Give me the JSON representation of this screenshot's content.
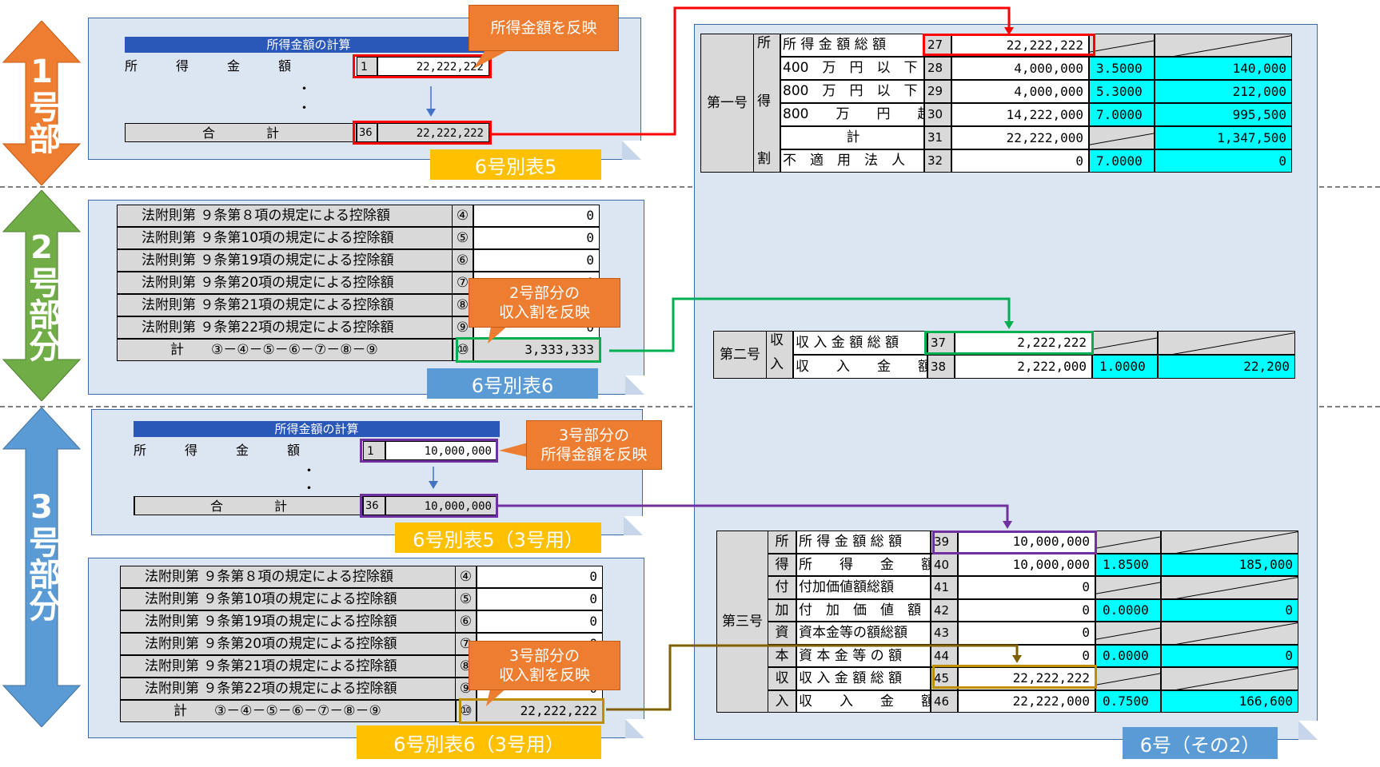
{
  "sides": {
    "s1": "1号部分",
    "s2": "2号部分",
    "s3": "3号部分"
  },
  "form5": {
    "bar_title": "所得金額の計算",
    "row1_label": "所　　　得　　　金　　　額",
    "row1_no": "1",
    "row1_value": "22,222,222",
    "dot": "・",
    "row36_label": "合　　　　計",
    "row36_no": "36",
    "row36_value": "22,222,222",
    "tag": "6号別表5",
    "callout": "所得金額を反映"
  },
  "form6": {
    "rows": [
      {
        "label": "法附則第 ９条第８項の規定による控除額",
        "mark": "④",
        "value": "0"
      },
      {
        "label": "法附則第 ９条第10項の規定による控除額",
        "mark": "⑤",
        "value": "0"
      },
      {
        "label": "法附則第 ９条第19項の規定による控除額",
        "mark": "⑥",
        "value": "0"
      },
      {
        "label": "法附則第 ９条第20項の規定による控除額",
        "mark": "⑦",
        "value": "0"
      },
      {
        "label": "法附則第 ９条第21項の規定による控除額",
        "mark": "⑧",
        "value": "0"
      },
      {
        "label": "法附則第 ９条第22項の規定による控除額",
        "mark": "⑨",
        "value": "0"
      }
    ],
    "total_label": "計　　③－④－⑤－⑥－⑦－⑧－⑨",
    "total_mark": "⑩",
    "total_value": "3,333,333",
    "tag": "6号別表6",
    "callout": "2号部分の\n収入割を反映"
  },
  "form5_3": {
    "bar_title": "所得金額の計算",
    "row1_label": "所　　　得　　　金　　　額",
    "row1_no": "1",
    "row1_value": "10,000,000",
    "dot": "・",
    "row36_label": "合　　　　計",
    "row36_no": "36",
    "row36_value": "10,000,000",
    "tag": "6号別表5（3号用）",
    "callout": "3号部分の\n所得金額を反映"
  },
  "form6_3": {
    "rows": [
      {
        "label": "法附則第 ９条第８項の規定による控除額",
        "mark": "④",
        "value": "0"
      },
      {
        "label": "法附則第 ９条第10項の規定による控除額",
        "mark": "⑤",
        "value": "0"
      },
      {
        "label": "法附則第 ９条第19項の規定による控除額",
        "mark": "⑥",
        "value": "0"
      },
      {
        "label": "法附則第 ９条第20項の規定による控除額",
        "mark": "⑦",
        "value": "0"
      },
      {
        "label": "法附則第 ９条第21項の規定による控除額",
        "mark": "⑧",
        "value": "0"
      },
      {
        "label": "法附則第 ９条第22項の規定による控除額",
        "mark": "⑨",
        "value": "0"
      }
    ],
    "total_label": "計　　③－④－⑤－⑥－⑦－⑧－⑨",
    "total_mark": "⑩",
    "total_value": "22,222,222",
    "tag": "6号別表6（3号用）",
    "callout": "3号部分の\n収入割を反映"
  },
  "main": {
    "tag": "6号（その2）",
    "g1": {
      "side": "第一号",
      "cat_top": "所",
      "cat_mid": "得",
      "cat_bot": "割",
      "rows": [
        {
          "label": "所 得 金 額 総 額",
          "no": "27",
          "value": "22,222,222",
          "rate": "",
          "tax": ""
        },
        {
          "label": "400　万　円　以　下",
          "no": "28",
          "value": "4,000,000",
          "rate": "3.5000",
          "tax": "140,000"
        },
        {
          "label": "800　万　円　以　下",
          "no": "29",
          "value": "4,000,000",
          "rate": "5.3000",
          "tax": "212,000"
        },
        {
          "label": "800　　万　　円　　超",
          "no": "30",
          "value": "14,222,000",
          "rate": "7.0000",
          "tax": "995,500"
        },
        {
          "label": "計",
          "no": "31",
          "value": "22,222,000",
          "rate": "",
          "tax": "1,347,500"
        },
        {
          "label": "不　適　用　法　人",
          "no": "32",
          "value": "0",
          "rate": "7.0000",
          "tax": "0"
        }
      ]
    },
    "g2": {
      "side": "第二号",
      "cat_top": "収",
      "cat_bot": "入",
      "rows": [
        {
          "label": "収 入 金 額 総 額",
          "no": "37",
          "value": "2,222,222",
          "rate": "",
          "tax": ""
        },
        {
          "label": "収　　入　　金　　額",
          "no": "38",
          "value": "2,222,000",
          "rate": "1.0000",
          "tax": "22,200"
        }
      ]
    },
    "g3": {
      "side": "第三号",
      "cats": [
        "所",
        "得",
        "付",
        "加",
        "資",
        "本",
        "収",
        "入"
      ],
      "rows": [
        {
          "label": "所 得 金 額 総 額",
          "no": "39",
          "value": "10,000,000",
          "rate": "",
          "tax": ""
        },
        {
          "label": "所　　得　　金　　額",
          "no": "40",
          "value": "10,000,000",
          "rate": "1.8500",
          "tax": "185,000"
        },
        {
          "label": "付加価値額総額",
          "no": "41",
          "value": "0",
          "rate": "",
          "tax": ""
        },
        {
          "label": "付　加　価　値　額",
          "no": "42",
          "value": "0",
          "rate": "0.0000",
          "tax": "0"
        },
        {
          "label": "資本金等の額総額",
          "no": "43",
          "value": "0",
          "rate": "",
          "tax": ""
        },
        {
          "label": "資 本 金 等 の 額",
          "no": "44",
          "value": "0",
          "rate": "0.0000",
          "tax": "0"
        },
        {
          "label": "収 入 金 額 総 額",
          "no": "45",
          "value": "22,222,222",
          "rate": "",
          "tax": ""
        },
        {
          "label": "収　　入　　金　　額",
          "no": "46",
          "value": "22,222,000",
          "rate": "0.7500",
          "tax": "166,600"
        }
      ]
    }
  },
  "colors": {
    "orange": "#ed7d31",
    "green": "#70ad47",
    "blue": "#5b9bd5",
    "red": "#ff0000",
    "green_line": "#00b050",
    "purple": "#7030a0",
    "gold": "#bf8f00",
    "cyan": "#00ffff",
    "yellow": "#ffc000"
  }
}
